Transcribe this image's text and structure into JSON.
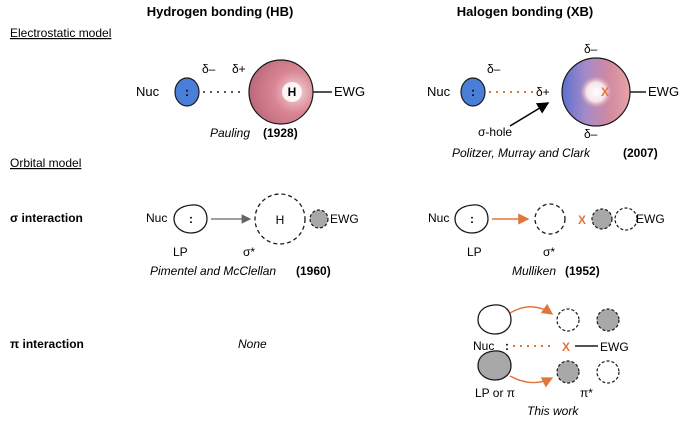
{
  "headers": {
    "hb": "Hydrogen bonding (HB)",
    "xb": "Halogen bonding (XB)"
  },
  "sections": {
    "electrostatic": "Electrostatic model",
    "orbital": "Orbital model"
  },
  "row_labels": {
    "sigma": "σ interaction",
    "pi": "π interaction"
  },
  "hb": {
    "nuc": "Nuc",
    "delta_minus": "δ–",
    "delta_plus": "δ+",
    "atom": "H",
    "ewg": "EWG",
    "electro_cite_name": "Pauling",
    "electro_cite_year": "(1928)",
    "lp": "LP",
    "sigma_star": "σ*",
    "sigma_cite_name": "Pimentel and McClellan",
    "sigma_cite_year": "(1960)",
    "pi_none": "None"
  },
  "xb": {
    "nuc": "Nuc",
    "delta_minus_nuc": "δ–",
    "delta_plus": "δ+",
    "delta_minus_top": "δ–",
    "delta_minus_bottom": "δ–",
    "atom": "X",
    "ewg": "EWG",
    "sigma_hole": "σ-hole",
    "electro_cite_name": "Politzer, Murray and Clark",
    "electro_cite_year": "(2007)",
    "lp": "LP",
    "sigma_star": "σ*",
    "sigma_cite_name": "Mulliken",
    "sigma_cite_year": "(1952)",
    "lp_or_pi": "LP or π",
    "pi_star": "π*",
    "this_work": "This work"
  },
  "colors": {
    "nuc_blue": "#4a7fd9",
    "hb_red": "#d2697a",
    "xb_orange": "#e0763a",
    "gray_lobe": "#a8a8a8"
  }
}
